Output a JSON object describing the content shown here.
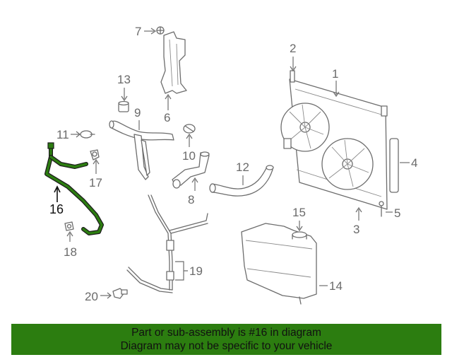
{
  "diagram": {
    "callouts": {
      "c1": "1",
      "c2": "2",
      "c3": "3",
      "c4": "4",
      "c5": "5",
      "c6": "6",
      "c7": "7",
      "c8": "8",
      "c9": "9",
      "c10": "10",
      "c11": "11",
      "c12": "12",
      "c13": "13",
      "c14": "14",
      "c15": "15",
      "c16": "16",
      "c17": "17",
      "c18": "18",
      "c19": "19",
      "c20": "20"
    },
    "highlighted_part": "16",
    "highlight_color": "#2c7d10"
  },
  "banner": {
    "line1": "Part or sub-assembly is #16 in diagram",
    "line2": "Diagram may not be specific to your vehicle",
    "background": "#2c7d10"
  }
}
